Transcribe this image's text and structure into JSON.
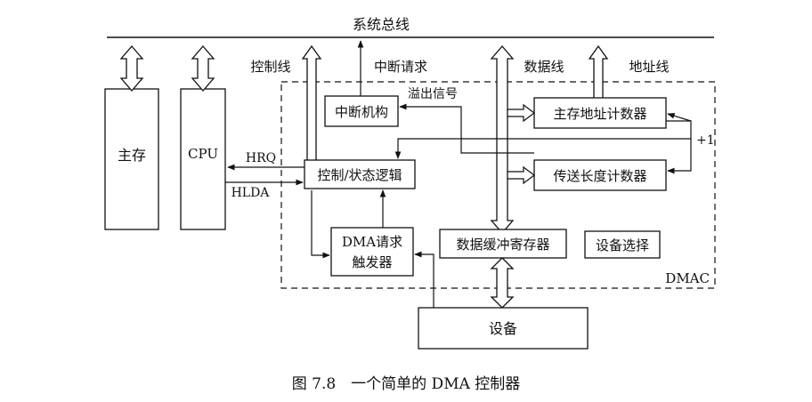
{
  "bus": {
    "title": "系统总线",
    "control_line": "控制线",
    "interrupt_request": "中断请求",
    "data_line": "数据线",
    "address_line": "地址线"
  },
  "blocks": {
    "main_memory": "主存",
    "cpu": "CPU",
    "interrupt_unit": "中断机构",
    "control_logic": "控制/状态逻辑",
    "addr_counter": "主存地址计数器",
    "len_counter": "传送长度计数器",
    "dma_trigger_line1": "DMA请求",
    "dma_trigger_line2": "触发器",
    "data_buffer": "数据缓冲寄存器",
    "device_select": "设备选择",
    "device": "设备",
    "dmac": "DMAC"
  },
  "signals": {
    "hrq": "HRQ",
    "hlda": "HLDA",
    "overflow": "溢出信号",
    "plus_one": "+1"
  },
  "caption": "图 7.8　一个简单的 DMA 控制器"
}
